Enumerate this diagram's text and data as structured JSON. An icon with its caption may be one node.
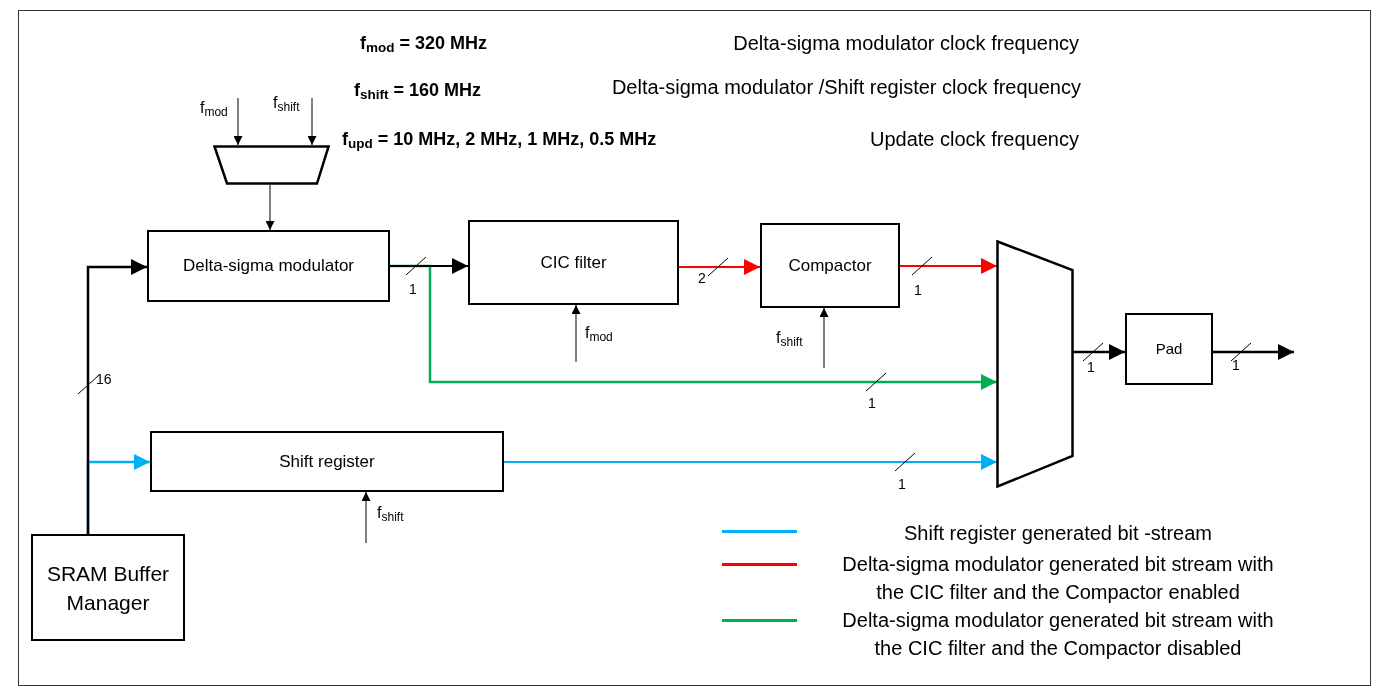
{
  "diagram": {
    "nodes": [
      {
        "text": [],
        "shape": "trapezoid"
      },
      {
        "text": [
          "Delta-sigma modulator"
        ]
      },
      {
        "text": [
          "CIC filter"
        ]
      },
      {
        "text": [
          "Compactor"
        ]
      },
      {
        "text": [],
        "shape": "trapezoid"
      },
      {
        "text": [
          "Pad"
        ]
      },
      {
        "text": [
          "Shift register"
        ]
      },
      {
        "text": [
          "SRAM Buffer Manager"
        ]
      }
    ],
    "edges": [
      {
        "from": null,
        "to": 0,
        "arrow": "to",
        "label": "f$_{mod}$"
      },
      {
        "from": null,
        "to": 0,
        "arrow": "to",
        "label": "f$_{shift}$"
      },
      {
        "from": 0,
        "to": 1,
        "arrow": "to"
      },
      {
        "from": 7,
        "to": 1,
        "arrow": "to",
        "label": "16"
      },
      {
        "from": 7,
        "to": 6,
        "arrow": "to",
        "color": "#00b0f0"
      },
      {
        "from": 1,
        "to": 2,
        "arrow": "to",
        "label": "1"
      },
      {
        "from": 2,
        "to": 3,
        "arrow": "to",
        "label": "2",
        "color": "#ff0000"
      },
      {
        "from": 3,
        "to": 4,
        "arrow": "to",
        "label": "1",
        "color": "#ff0000"
      },
      {
        "from": 1,
        "to": 4,
        "arrow": "to",
        "label": "1",
        "color": "#00b050"
      },
      {
        "from": 6,
        "to": 4,
        "arrow": "to",
        "label": "1",
        "color": "#00b0f0"
      },
      {
        "from": 4,
        "to": 5,
        "arrow": "to",
        "label": "1"
      },
      {
        "from": 5,
        "to": null,
        "arrow": "to",
        "label": "1"
      },
      {
        "from": null,
        "to": 2,
        "arrow": "to",
        "label": "f$_{mod}$"
      },
      {
        "from": null,
        "to": 3,
        "arrow": "to",
        "label": "f$_{shift}$"
      },
      {
        "from": null,
        "to": 6,
        "arrow": "to",
        "label": "f$_{shift}$"
      }
    ],
    "labels": [
      "f$_{mod}$ = 320 MHz",
      "Delta-sigma modulator clock frequency",
      "f$_{shift}$ = 160 MHz",
      "Delta-sigma modulator /Shift register clock frequency",
      "f$_{upd}$ = 10 MHz, 2 MHz, 1 MHz, 0.5 MHz",
      "Update clock frequency"
    ],
    "legend": [
      {
        "text": "Shift register generated bit -stream",
        "color": "#00b0f0"
      },
      {
        "text": "Delta-sigma modulator generated bit stream with the CIC filter and the Compactor enabled",
        "color": "#ff0000"
      },
      {
        "text": "Delta-sigma modulator generated bit stream with the CIC filter and the Compactor disabled",
        "color": "#00b050"
      }
    ]
  }
}
